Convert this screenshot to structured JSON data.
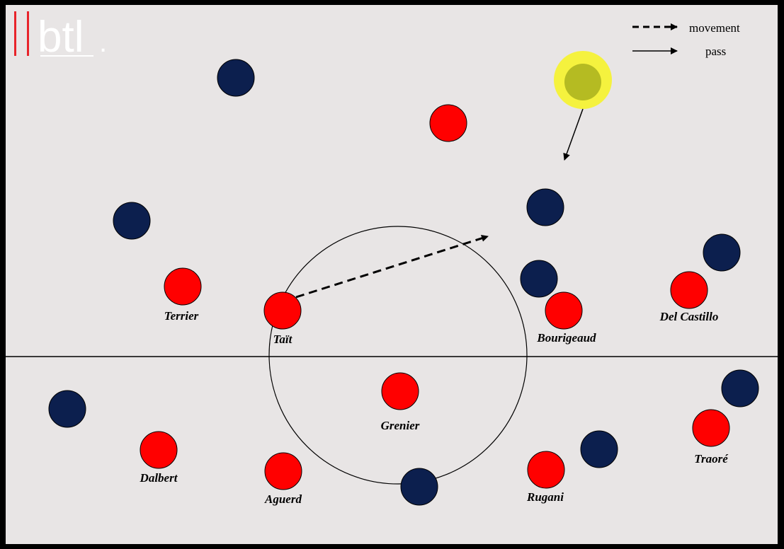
{
  "logo": {
    "text": "btl",
    "dot": ".",
    "bar_color": "#e8232a"
  },
  "legend": {
    "movement_label": "movement",
    "pass_label": "pass"
  },
  "colors": {
    "background": "#e8e5e5",
    "team_red": "#ff0000",
    "team_blue": "#0c1f4e",
    "ball_fill": "#b5bb22",
    "ball_glow": "#f5f23e",
    "lines": "#000000"
  },
  "players": {
    "terrier": "Terrier",
    "tait": "Taït",
    "bourigeaud": "Bourigeaud",
    "del_castillo": "Del Castillo",
    "grenier": "Grenier",
    "dalbert": "Dalbert",
    "aguerd": "Aguerd",
    "rugani": "Rugani",
    "traore": "Traoré"
  }
}
